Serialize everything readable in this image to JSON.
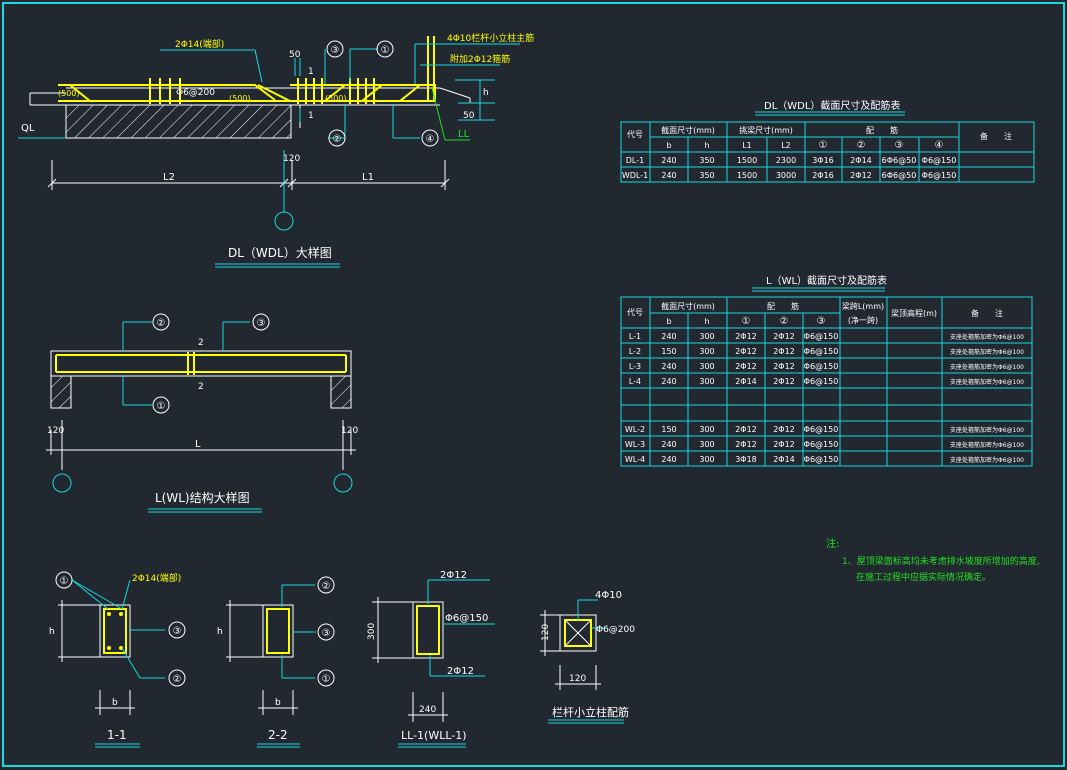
{
  "dl_detail": {
    "title": "DL（WDL）大样图",
    "labels": {
      "top_bar": "2Φ14(端部)",
      "col_bar": "4Φ10栏杆小立柱主筋",
      "stirrup_add": "附加2Φ12箍筋",
      "stirrup": "Φ6@200",
      "l500a": "(500)",
      "l500b": "(500)",
      "l500c": "(500)",
      "dim50a": "50",
      "dim50b": "50",
      "dim120": "120",
      "l1": "L1",
      "l2": "L2",
      "ql": "QL",
      "ll": "LL",
      "h": "h",
      "n1": "1",
      "n1b": "1",
      "m1": "①",
      "m2": "②",
      "m3": "③",
      "m4": "④"
    }
  },
  "dl_table": {
    "title": "DL（WDL）截面尺寸及配筋表",
    "head": [
      "代号",
      "截面尺寸(mm)",
      "挑梁尺寸(mm)",
      "配　　筋",
      "备　　注"
    ],
    "sub": [
      "b",
      "h",
      "L1",
      "L2",
      "①",
      "②",
      "③",
      "④"
    ],
    "rows": [
      [
        "DL-1",
        "240",
        "350",
        "1500",
        "2300",
        "3Φ16",
        "2Φ14",
        "6Φ6@50",
        "Φ6@150",
        ""
      ],
      [
        "WDL-1",
        "240",
        "350",
        "1500",
        "3000",
        "2Φ16",
        "2Φ12",
        "6Φ6@50",
        "Φ6@150",
        ""
      ]
    ]
  },
  "l_detail": {
    "title": "L(WL)结构大样图",
    "labels": {
      "d120a": "120",
      "d120b": "120",
      "l": "L",
      "m1": "①",
      "m2": "②",
      "m3": "③",
      "s2a": "2",
      "s2b": "2"
    }
  },
  "l_table": {
    "title": "L（WL）截面尺寸及配筋表",
    "head": [
      "代号",
      "截面尺寸(mm)",
      "配　　筋",
      "梁跨L(mm)",
      "梁顶高程(m)",
      "备　　注"
    ],
    "span_sub": "(净一跨)",
    "sub": [
      "b",
      "h",
      "①",
      "②",
      "③"
    ],
    "rows": [
      [
        "L-1",
        "240",
        "300",
        "2Φ12",
        "2Φ12",
        "Φ6@150",
        "",
        "",
        "支座处箍筋加密为Φ6@100"
      ],
      [
        "L-2",
        "150",
        "300",
        "2Φ12",
        "2Φ12",
        "Φ6@150",
        "",
        "",
        "支座处箍筋加密为Φ6@100"
      ],
      [
        "L-3",
        "240",
        "300",
        "2Φ12",
        "2Φ12",
        "Φ6@150",
        "",
        "",
        "支座处箍筋加密为Φ6@100"
      ],
      [
        "L-4",
        "240",
        "300",
        "2Φ14",
        "2Φ12",
        "Φ6@150",
        "",
        "",
        "支座处箍筋加密为Φ6@100"
      ],
      [
        "",
        "",
        "",
        "",
        "",
        "",
        "",
        "",
        ""
      ],
      [
        "WL-2",
        "150",
        "300",
        "2Φ12",
        "2Φ12",
        "Φ6@150",
        "",
        "",
        "支座处箍筋加密为Φ6@100"
      ],
      [
        "WL-3",
        "240",
        "300",
        "2Φ12",
        "2Φ12",
        "Φ6@150",
        "",
        "",
        "支座处箍筋加密为Φ6@100"
      ],
      [
        "WL-4",
        "240",
        "300",
        "3Φ18",
        "2Φ14",
        "Φ6@150",
        "",
        "",
        "支座处箍筋加密为Φ6@100"
      ]
    ]
  },
  "notes": {
    "title": "注:",
    "line1": "1、屋顶梁面标高均未考虑排水坡度所增加的高度,",
    "line2": "在施工过程中应据实际情况确定。"
  },
  "sections": {
    "s11": {
      "title": "1-1",
      "bar": "2Φ14(端部)",
      "m1": "①",
      "m2": "②",
      "m3": "③",
      "h": "h",
      "b": "b"
    },
    "s22": {
      "title": "2-2",
      "m1": "①",
      "m2": "②",
      "m3": "③",
      "h": "h",
      "b": "b"
    },
    "sll": {
      "title": "LL-1(WLL-1)",
      "top": "2Φ12",
      "mid": "Φ6@150",
      "bot": "2Φ12",
      "h": "300",
      "b": "240"
    },
    "col": {
      "title": "栏杆小立柱配筋",
      "top": "4Φ10",
      "mid": "Φ6@200",
      "h": "120",
      "b": "120"
    }
  }
}
